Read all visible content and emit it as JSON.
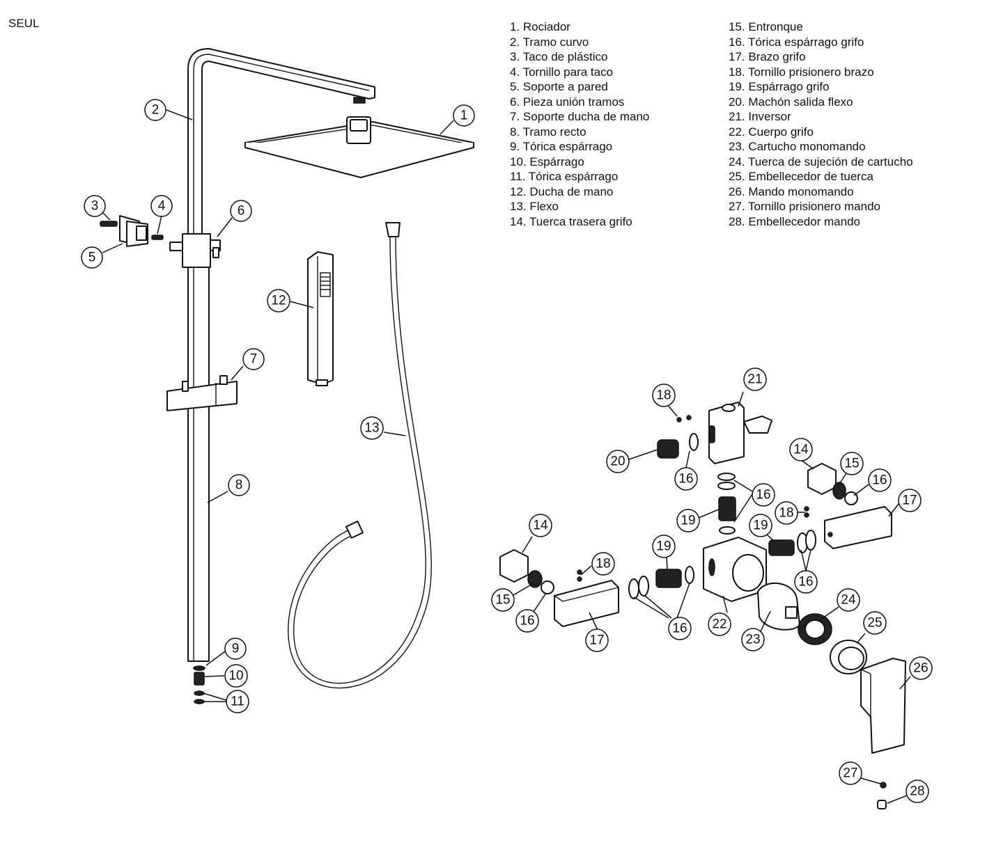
{
  "product_name": "SEUL",
  "parts_left": [
    "1. Rociador",
    "2. Tramo curvo",
    "3. Taco de plástico",
    "4. Tornillo para taco",
    "5. Soporte a pared",
    "6. Pieza unión tramos",
    "7. Soporte ducha de mano",
    "8. Tramo recto",
    "9. Tórica espárrago",
    "10. Espárrago",
    "11. Tórica espárrago",
    "12. Ducha de mano",
    "13. Flexo",
    "14. Tuerca trasera grifo"
  ],
  "parts_right": [
    "15. Entronque",
    "16. Tórica espárrago grifo",
    "17. Brazo grifo",
    "18. Tornillo prisionero brazo",
    "19. Espárrago grifo",
    "20. Machón salida flexo",
    "21. Inversor",
    "22. Cuerpo grifo",
    "23. Cartucho monomando",
    "24. Tuerca de sujeción de cartucho",
    "25. Embellecedor de tuerca",
    "26. Mando monomando",
    "27. Tornillo prisionero mando",
    "28. Embellecedor mando"
  ],
  "callouts": [
    "1",
    "2",
    "3",
    "4",
    "5",
    "6",
    "7",
    "8",
    "9",
    "10",
    "11",
    "12",
    "13",
    "14",
    "15",
    "16",
    "17",
    "18",
    "19",
    "20",
    "21",
    "22",
    "23",
    "24",
    "25",
    "26",
    "27",
    "28"
  ]
}
